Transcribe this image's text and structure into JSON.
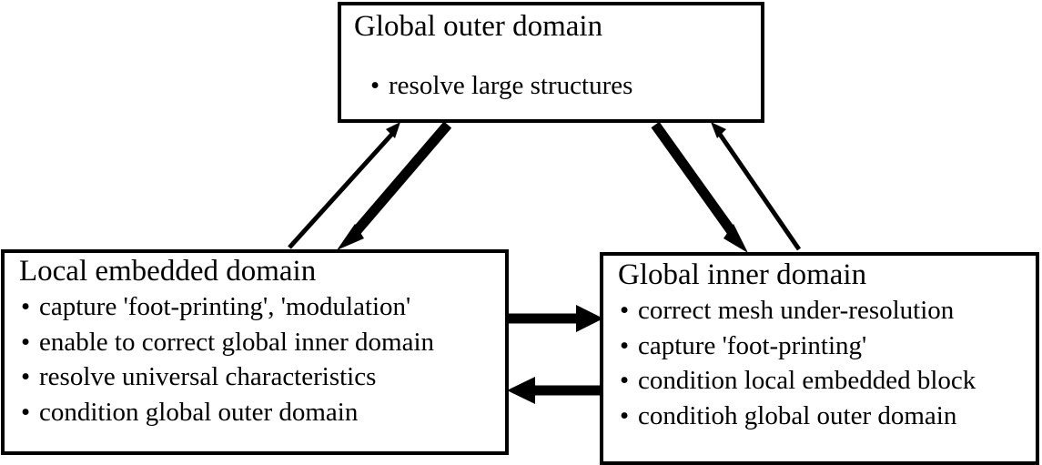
{
  "diagram": {
    "title_text": "",
    "background_color": "#ffffff",
    "stroke_color": "#000000",
    "nodes": [
      {
        "id": "global-outer",
        "title": "Global outer domain",
        "bullets": [
          "resolve large structures"
        ]
      },
      {
        "id": "local-embedded",
        "title": "Local embedded domain",
        "bullets": [
          "capture 'foot-printing', 'modulation'",
          "enable to correct global inner domain",
          "resolve universal characteristics",
          "condition global outer domain"
        ]
      },
      {
        "id": "global-inner",
        "title": "Global inner domain",
        "bullets": [
          "correct mesh under-resolution",
          "capture 'foot-printing'",
          "condition local embedded block",
          "conditioh global outer domain"
        ]
      }
    ],
    "edges": [
      {
        "id": "local-embedded-to-global-outer",
        "from": "local-embedded",
        "to": "global-outer",
        "weight": "thin",
        "direction": "up-right"
      },
      {
        "id": "global-outer-to-local-embedded",
        "from": "global-outer",
        "to": "local-embedded",
        "weight": "thick",
        "direction": "down-left"
      },
      {
        "id": "global-outer-to-global-inner",
        "from": "global-outer",
        "to": "global-inner",
        "weight": "thick",
        "direction": "down-right"
      },
      {
        "id": "global-inner-to-global-outer",
        "from": "global-inner",
        "to": "global-outer",
        "weight": "thin",
        "direction": "up-left"
      },
      {
        "id": "local-embedded-to-global-inner",
        "from": "local-embedded",
        "to": "global-inner",
        "weight": "thick",
        "direction": "right"
      },
      {
        "id": "global-inner-to-local-embedded",
        "from": "global-inner",
        "to": "local-embedded",
        "weight": "thick",
        "direction": "left"
      }
    ]
  }
}
